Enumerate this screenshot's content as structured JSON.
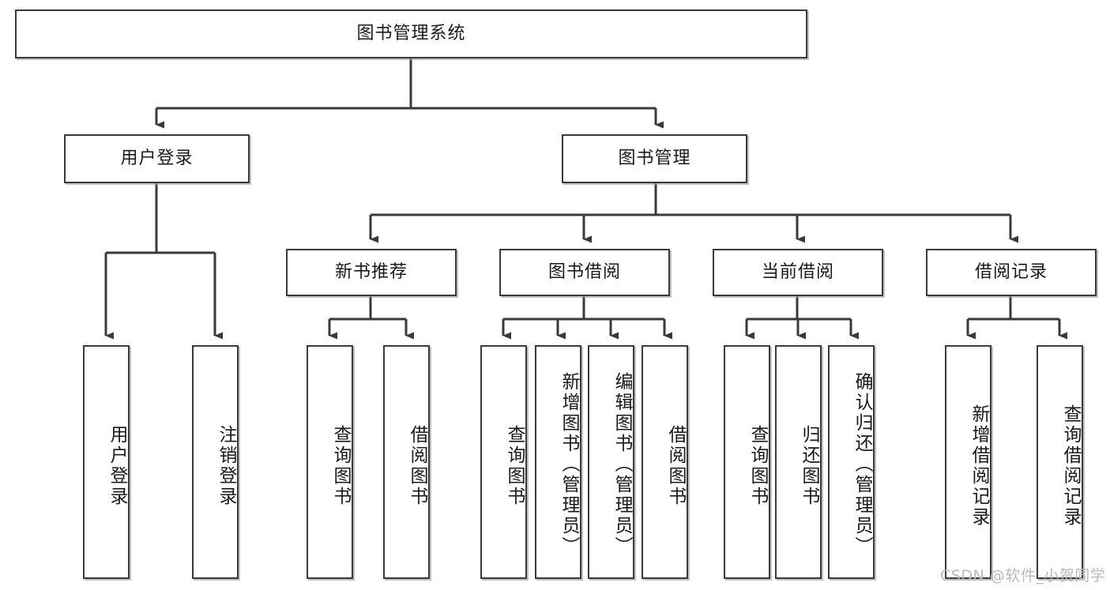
{
  "diagram": {
    "title": "图书管理系统",
    "type": "tree",
    "watermark": "CSDN @软件_小贺同学",
    "colors": {
      "box_border": "#3a3a3a",
      "box_fill": "#ffffff",
      "edge": "#3a3a3a",
      "text": "#1a1a1a",
      "watermark": "#b9b9b9"
    },
    "root": {
      "id": "root",
      "label": "图书管理系统"
    },
    "level2": [
      {
        "id": "user-login",
        "label": "用户登录"
      },
      {
        "id": "book-management",
        "label": "图书管理"
      }
    ],
    "level3": [
      {
        "id": "new-book-recommend",
        "label": "新书推荐",
        "parent": "book-management"
      },
      {
        "id": "book-borrow",
        "label": "图书借阅",
        "parent": "book-management"
      },
      {
        "id": "current-borrow",
        "label": "当前借阅",
        "parent": "book-management"
      },
      {
        "id": "borrow-record",
        "label": "借阅记录",
        "parent": "book-management"
      }
    ],
    "leaves": {
      "user_login": [
        {
          "id": "leaf-user-login",
          "label": "用户登录"
        },
        {
          "id": "leaf-user-logout",
          "label": "注销登录"
        }
      ],
      "new_book_recommend": [
        {
          "id": "leaf-query-book-1",
          "label": "查询图书"
        },
        {
          "id": "leaf-borrow-book-1",
          "label": "借阅图书"
        }
      ],
      "book_borrow": [
        {
          "id": "leaf-query-book-2",
          "label": "查询图书"
        },
        {
          "id": "leaf-add-book",
          "label": "新增图书（管理员）"
        },
        {
          "id": "leaf-edit-book",
          "label": "编辑图书（管理员）"
        },
        {
          "id": "leaf-borrow-book-2",
          "label": "借阅图书"
        }
      ],
      "current_borrow": [
        {
          "id": "leaf-query-book-3",
          "label": "查询图书"
        },
        {
          "id": "leaf-return-book",
          "label": "归还图书"
        },
        {
          "id": "leaf-confirm-return",
          "label": "确认归还（管理员）"
        }
      ],
      "borrow_record": [
        {
          "id": "leaf-add-record",
          "label": "新增借阅记录"
        },
        {
          "id": "leaf-query-record",
          "label": "查询借阅记录"
        }
      ]
    }
  }
}
